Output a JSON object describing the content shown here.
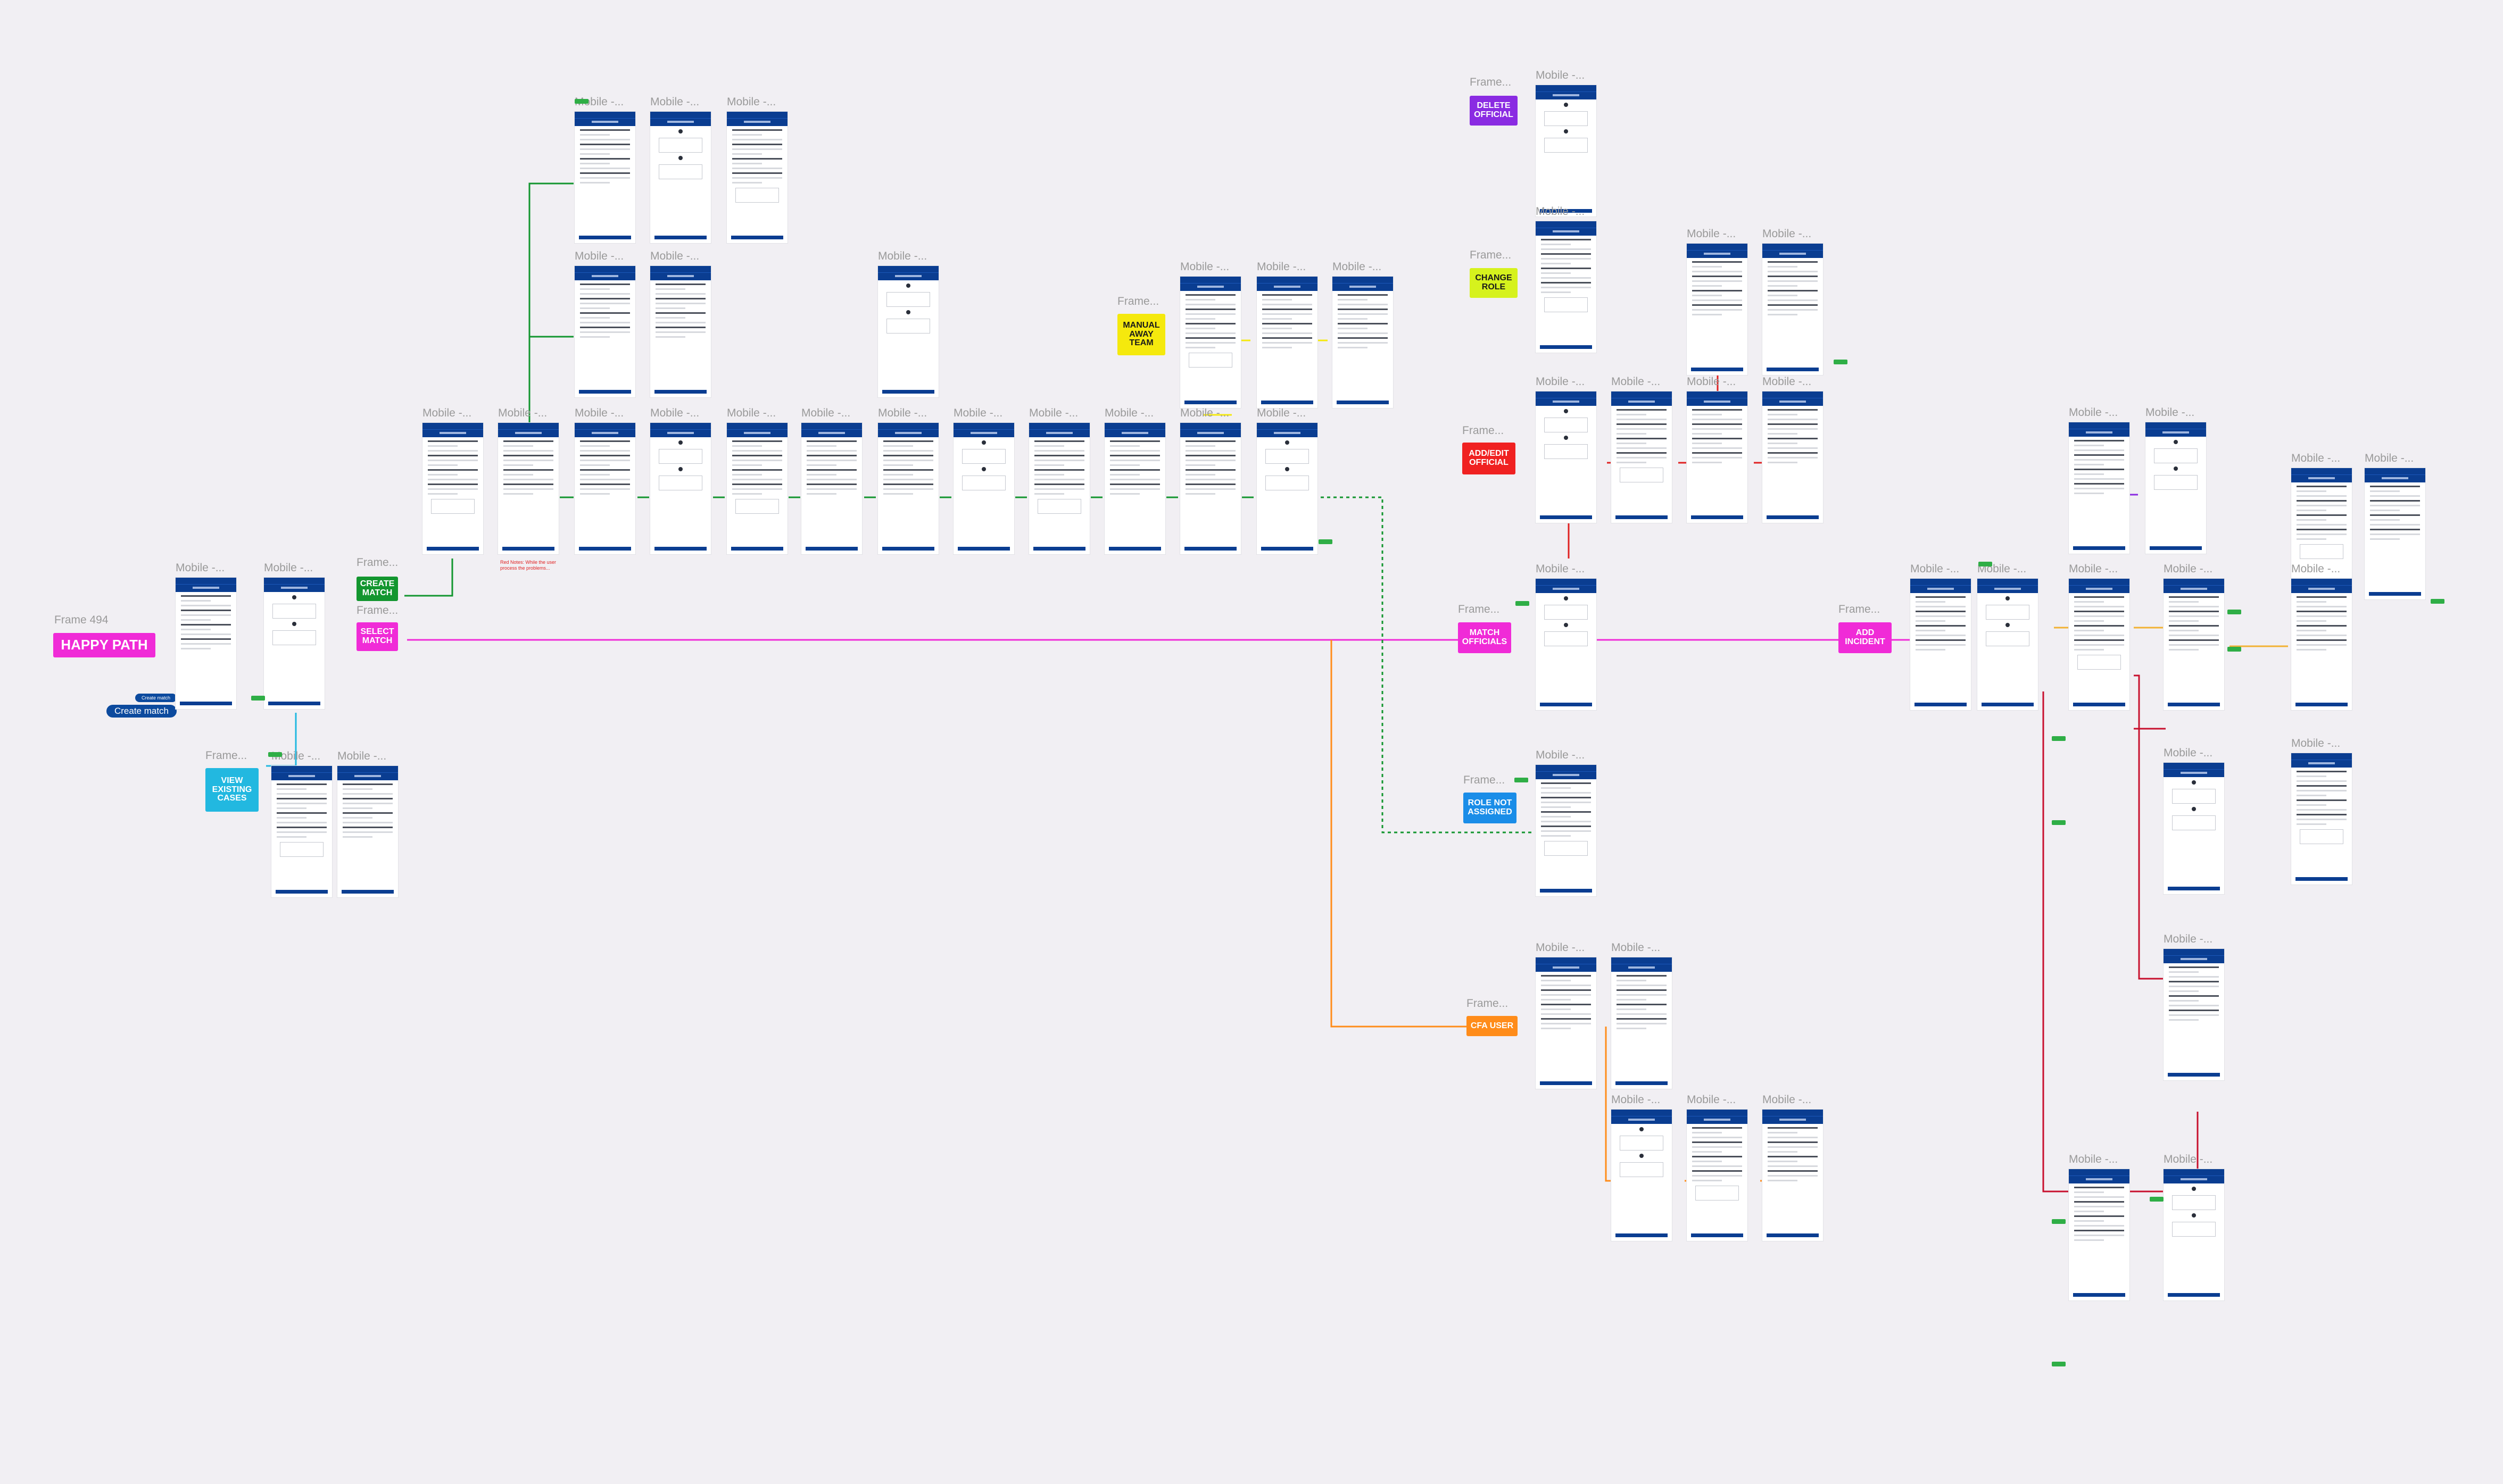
{
  "frame_prefix": "Frame...",
  "screen_prefix": "Mobile -...",
  "happy_path": {
    "frame": "Frame 494",
    "label": "HAPPY PATH"
  },
  "create_match_button": "Create match",
  "case_note": "Red Notes: While the user process the problems...",
  "tags": [
    {
      "id": "create-match",
      "label": "CREATE MATCH",
      "bg": "#13962f",
      "fg": "#ffffff"
    },
    {
      "id": "select-match",
      "label": "SELECT MATCH",
      "bg": "#f02bd7",
      "fg": "#ffffff"
    },
    {
      "id": "view-existing-cases",
      "label": "VIEW EXISTING CASES",
      "bg": "#22b8e0",
      "fg": "#ffffff"
    },
    {
      "id": "delete-official",
      "label": "DELETE OFFICIAL",
      "bg": "#8a2be2",
      "fg": "#ffffff"
    },
    {
      "id": "change-role",
      "label": "CHANGE ROLE",
      "bg": "#d6f21d",
      "fg": "#1a1a1a"
    },
    {
      "id": "manual-away-team",
      "label": "MANUAL AWAY TEAM",
      "bg": "#f5e90d",
      "fg": "#1a1a1a"
    },
    {
      "id": "add-edit-official",
      "label": "ADD/EDIT OFFICIAL",
      "bg": "#f02121",
      "fg": "#ffffff"
    },
    {
      "id": "match-officials",
      "label": "MATCH OFFICIALS",
      "bg": "#f02bd7",
      "fg": "#ffffff"
    },
    {
      "id": "add-incident",
      "label": "ADD INCIDENT",
      "bg": "#f02bd7",
      "fg": "#ffffff"
    },
    {
      "id": "role-not-assigned",
      "label": "ROLE NOT ASSIGNED",
      "bg": "#1a8de8",
      "fg": "#ffffff"
    },
    {
      "id": "cfa-user",
      "label": "CFA USER",
      "bg": "#ff8c1a",
      "fg": "#ffffff"
    }
  ],
  "colors": {
    "canvas": "#f1eff3",
    "create_flow": "#13962f",
    "select_flow": "#f02bd7",
    "view_flow": "#22b8e0",
    "manual_flow": "#f5e90d",
    "official_flow": "#e02121",
    "cfa_flow": "#ff8c1a",
    "brand_blue": "#0a3d91"
  }
}
